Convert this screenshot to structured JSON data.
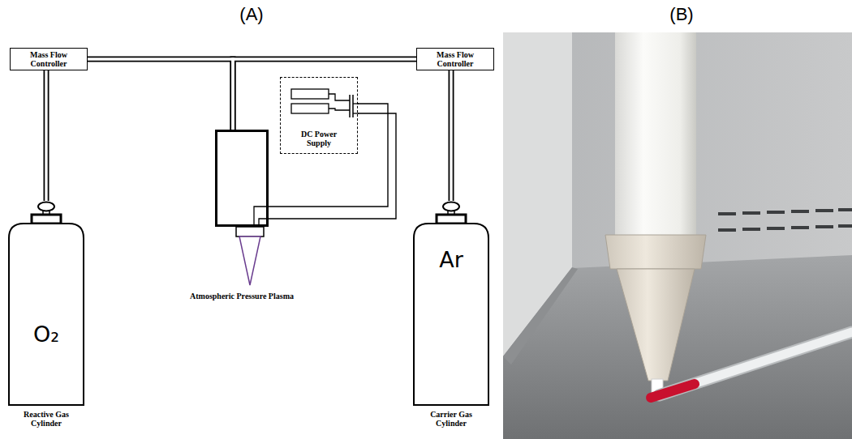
{
  "diagram": {
    "nodes": [
      {
        "text": [
          "Mass Flow Controller"
        ]
      },
      {
        "text": [
          "Mass Flow Controller"
        ]
      },
      {
        "text": [
          "DC Power Supply"
        ]
      },
      {
        "text": [
          "Atmospheric Pressure Plasma"
        ]
      },
      {
        "text": [
          "O₂",
          "Reactive Gas Cylinder"
        ]
      },
      {
        "text": [
          "Ar",
          "Carrier Gas Cylinder"
        ]
      }
    ],
    "edges": [
      {
        "from": 4,
        "to": 0,
        "arrow": "none"
      },
      {
        "from": 5,
        "to": 1,
        "arrow": "none"
      },
      {
        "from": 0,
        "to": 3,
        "arrow": "none"
      },
      {
        "from": 1,
        "to": 3,
        "arrow": "none"
      },
      {
        "from": 2,
        "to": 3,
        "arrow": "none"
      }
    ],
    "labels": [
      "(A)",
      "(B)"
    ]
  }
}
